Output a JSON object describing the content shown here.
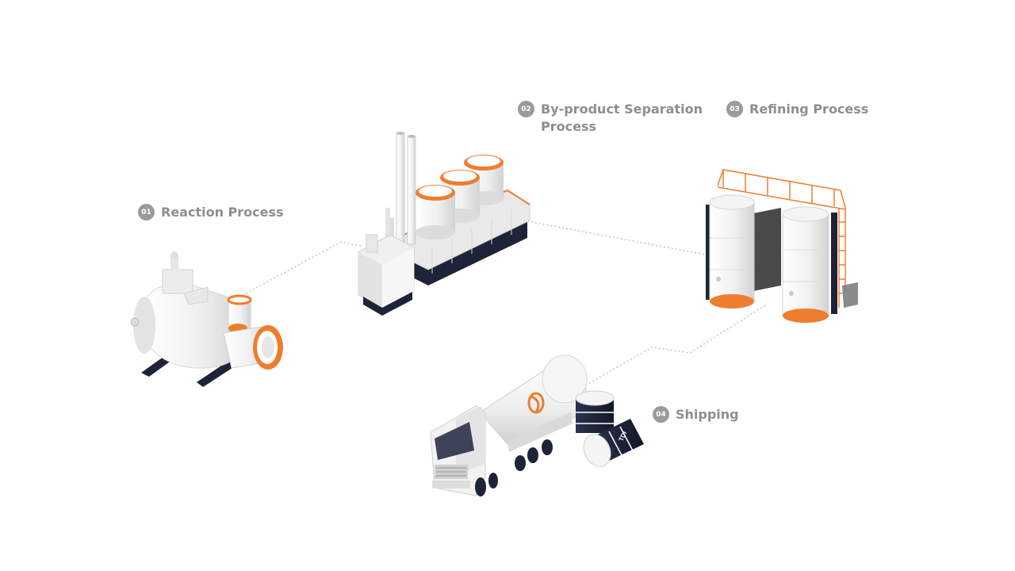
{
  "steps": [
    {
      "number": "01",
      "label": "Reaction Process"
    },
    {
      "number": "02",
      "label": "By-product Separation\nProcess"
    },
    {
      "number": "03",
      "label": "Refining Process"
    },
    {
      "number": "04",
      "label": "Shipping"
    }
  ],
  "drum_text": "TDI",
  "colors": {
    "accent": "#ef7d2f",
    "label": "#8e8e8e",
    "badge": "#9a9a9a",
    "navy": "#1d2438",
    "connector": "#b5b5b5"
  }
}
